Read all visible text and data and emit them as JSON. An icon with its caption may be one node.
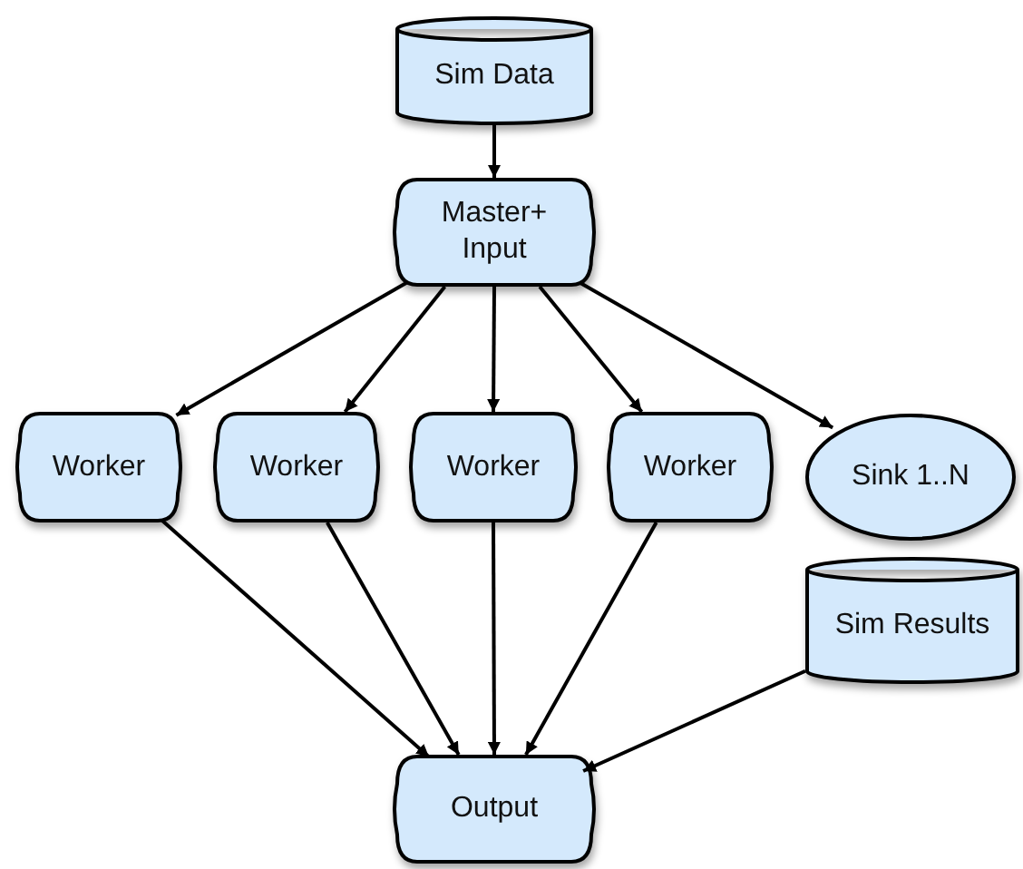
{
  "diagram": {
    "nodes": [
      {
        "text": [
          "Sim Data"
        ]
      },
      {
        "text": [
          "Master+ Input"
        ]
      },
      {
        "text": [
          "Worker"
        ]
      },
      {
        "text": [
          "Worker"
        ]
      },
      {
        "text": [
          "Worker"
        ]
      },
      {
        "text": [
          "Worker"
        ]
      },
      {
        "text": [
          "Sink 1..N"
        ]
      },
      {
        "text": [
          "Sim Results"
        ]
      },
      {
        "text": [
          "Output"
        ]
      }
    ],
    "edges": [
      {
        "from": 0,
        "to": 1,
        "arrow": "to"
      },
      {
        "from": 1,
        "to": 2,
        "arrow": "to"
      },
      {
        "from": 1,
        "to": 3,
        "arrow": "to"
      },
      {
        "from": 1,
        "to": 4,
        "arrow": "to"
      },
      {
        "from": 1,
        "to": 5,
        "arrow": "to"
      },
      {
        "from": 1,
        "to": 6,
        "arrow": "to"
      },
      {
        "from": 2,
        "to": 8,
        "arrow": "to"
      },
      {
        "from": 3,
        "to": 8,
        "arrow": "to"
      },
      {
        "from": 4,
        "to": 8,
        "arrow": "to"
      },
      {
        "from": 5,
        "to": 8,
        "arrow": "to"
      },
      {
        "from": 7,
        "to": 8,
        "arrow": "to"
      }
    ]
  }
}
